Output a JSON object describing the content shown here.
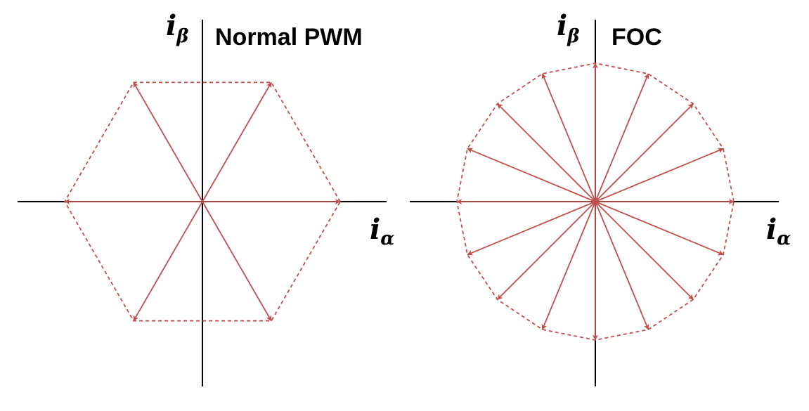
{
  "colors": {
    "vector": "#c0504d",
    "axis": "#000000",
    "background": "#ffffff"
  },
  "panels": [
    {
      "id": "normal-pwm",
      "title": "Normal PWM",
      "alpha_label": {
        "main": "i",
        "sub": "α"
      },
      "beta_label": {
        "main": "i",
        "sub": "β"
      },
      "vector_count": 6,
      "angle_step_deg": 60,
      "start_angle_deg": 0
    },
    {
      "id": "foc",
      "title": "FOC",
      "alpha_label": {
        "main": "i",
        "sub": "α"
      },
      "beta_label": {
        "main": "i",
        "sub": "β"
      },
      "vector_count": 16,
      "angle_step_deg": 22.5,
      "start_angle_deg": 0
    }
  ]
}
